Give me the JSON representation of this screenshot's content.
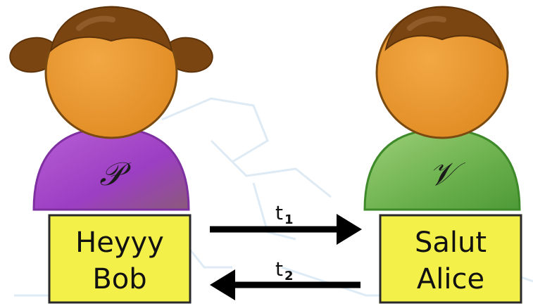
{
  "prover": {
    "symbol": "𝒫",
    "message_lines": [
      "Heyyy",
      "Bob"
    ],
    "body_color": "#a548c9",
    "hair_color": "#7b4512"
  },
  "verifier": {
    "symbol": "𝒱",
    "message_lines": [
      "Salut",
      "Alice"
    ],
    "body_color": "#6ab04c",
    "hair_color": "#7b4512"
  },
  "arrows": [
    {
      "label": "t",
      "subscript": "1",
      "direction": "right"
    },
    {
      "label": "t",
      "subscript": "2",
      "direction": "left"
    }
  ],
  "colors": {
    "skin": "#e8962f",
    "outline": "#7a4a10",
    "box_fill": "#f4f04a",
    "box_stroke": "#2a2a2a",
    "arrow": "#000000"
  }
}
